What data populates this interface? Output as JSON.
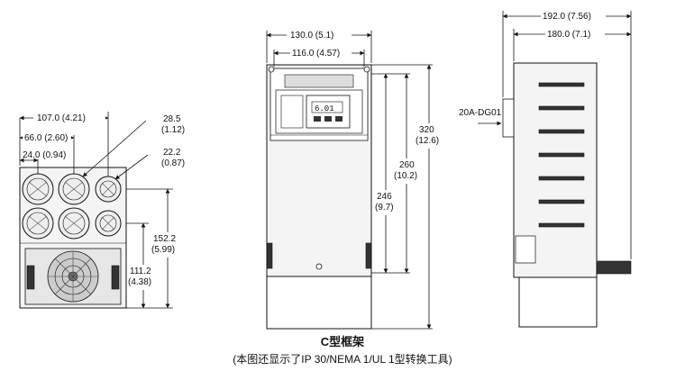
{
  "dimensions": {
    "bottom_w107": "107.0 (4.21)",
    "bottom_w66": "66.0 (2.60)",
    "bottom_w24": "24.0 (0.94)",
    "hole_28_5": "28.5",
    "hole_28_5_in": "(1.12)",
    "hole_22_2": "22.2",
    "hole_22_2_in": "(0.87)",
    "bottom_h152": "152.2",
    "bottom_h152_in": "(5.99)",
    "bottom_h111": "111.2",
    "bottom_h111_in": "(4.38)",
    "front_w130": "130.0 (5.1)",
    "front_w116": "116.0 (4.57)",
    "front_h320": "320",
    "front_h320_in": "(12.6)",
    "front_h260": "260",
    "front_h260_in": "(10.2)",
    "front_h246": "246",
    "front_h246_in": "(9.7)",
    "side_w192": "192.0 (7.56)",
    "side_w180": "180.0 (7.1)",
    "side_module": "20A-DG01"
  },
  "keypad_display": "6.01",
  "caption": {
    "title": "C型框架",
    "subtitle": "(本图还显示了IP 30/NEMA 1/UL 1型转换工具)"
  }
}
